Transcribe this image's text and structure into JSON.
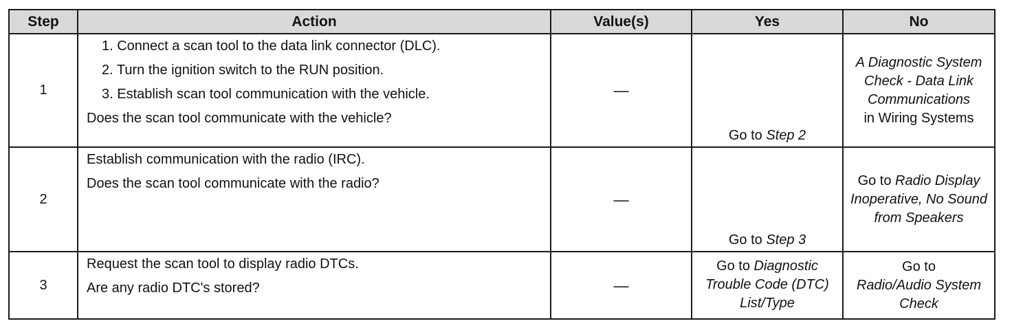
{
  "table": {
    "headers": [
      "Step",
      "Action",
      "Value(s)",
      "Yes",
      "No"
    ],
    "rows": [
      {
        "step": "1",
        "action_items": [
          "1.  Connect a scan tool to the data link connector (DLC).",
          "2.  Turn the ignition switch to the RUN position.",
          "3.  Establish scan tool communication with the vehicle."
        ],
        "question": "Does the scan tool communicate with the vehicle?",
        "value": "—",
        "yes_prefix": "Go to",
        "yes_link": "Step 2",
        "no_prefix": "",
        "no_link": "A Diagnostic System Check - Data Link Communications",
        "no_suffix": "in Wiring Systems"
      },
      {
        "step": "2",
        "action_line": "Establish communication with the radio (IRC).",
        "question": "Does the scan tool communicate with the radio?",
        "value": "—",
        "yes_prefix": "Go to",
        "yes_link": "Step 3",
        "no_prefix": "Go to",
        "no_link": "Radio Display Inoperative, No Sound from Speakers"
      },
      {
        "step": "3",
        "action_line": "Request the scan tool to display radio DTCs.",
        "question": "Are any radio DTC's stored?",
        "value": "—",
        "yes_prefix": "Go to",
        "yes_link": "Diagnostic Trouble Code (DTC) List/Type",
        "no_prefix": "Go to",
        "no_link": "Radio/Audio System Check"
      }
    ]
  }
}
